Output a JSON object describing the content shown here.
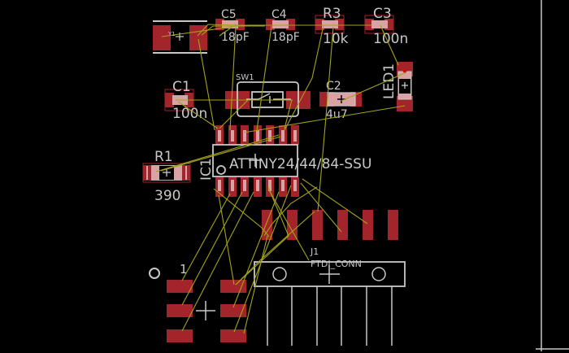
{
  "app": "PCB board layout editor",
  "colors": {
    "background": "#000000",
    "pad": "#a3242a",
    "pad_overlap": "#d9a3a6",
    "silkscreen": "#c8c8c8",
    "airwire": "#a3a31a",
    "outline": "#c8c8c8"
  },
  "components": {
    "y1": {
      "name": "Y1"
    },
    "c5": {
      "name": "C5",
      "value": "18pF"
    },
    "c4": {
      "name": "C4",
      "value": "18pF"
    },
    "r3": {
      "name": "R3",
      "value": "10k"
    },
    "c3": {
      "name": "C3",
      "value": "100n"
    },
    "c1": {
      "name": "C1",
      "value": "100n"
    },
    "sw1": {
      "name": "SW1"
    },
    "c2": {
      "name": "C2",
      "value": "4u7"
    },
    "led1": {
      "name": "LED1"
    },
    "r1": {
      "name": "R1",
      "value": "390"
    },
    "ic1": {
      "name": "IC1",
      "value": "ATTINY24/44/84-SSU"
    },
    "j1": {
      "name": "J1",
      "value": "FTDI_CONN"
    },
    "isp": {
      "pin1_label": "1"
    }
  }
}
